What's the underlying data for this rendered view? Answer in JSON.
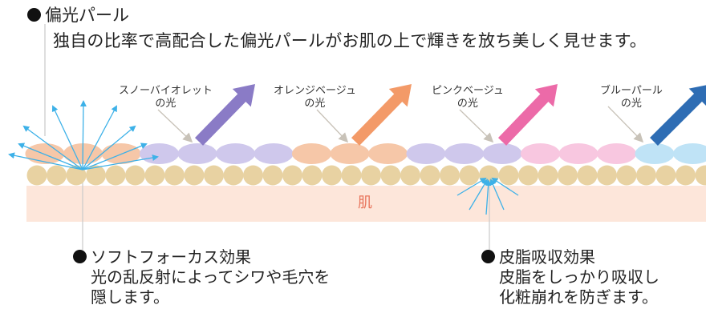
{
  "header": {
    "title": "偏光パール",
    "description": "独自の比率で高配合した偏光パールがお肌の上で輝きを放ち美しく見せます。"
  },
  "lights": [
    {
      "line1": "スノーバイオレット",
      "line2": "の光",
      "color": "#8a7bc6"
    },
    {
      "line1": "オレンジベージュ",
      "line2": "の光",
      "color": "#f39a68"
    },
    {
      "line1": "ピンクベージュ",
      "line2": "の光",
      "color": "#ec6aa8"
    },
    {
      "line1": "ブルーパール",
      "line2": "の光",
      "color": "#2e6db4"
    }
  ],
  "skin_label": "肌",
  "effects": {
    "soft_focus": {
      "title": "ソフトフォーカス効果",
      "lines": [
        "光の乱反射によってシワや毛穴を",
        "隠します。"
      ]
    },
    "sebum": {
      "title": "皮脂吸収効果",
      "lines": [
        "皮脂をしっかり吸収し",
        "化粧崩れを防ぎます。"
      ]
    }
  },
  "colors": {
    "skin": "#fde6da",
    "beads": "#e8d2a2",
    "orange_pearl": "#f6c7a8",
    "violet_pearl": "#cfc8ec",
    "pink_pearl": "#f8c7e0",
    "blue_pearl": "#bfe3f6",
    "ray": "#3db1e8"
  }
}
